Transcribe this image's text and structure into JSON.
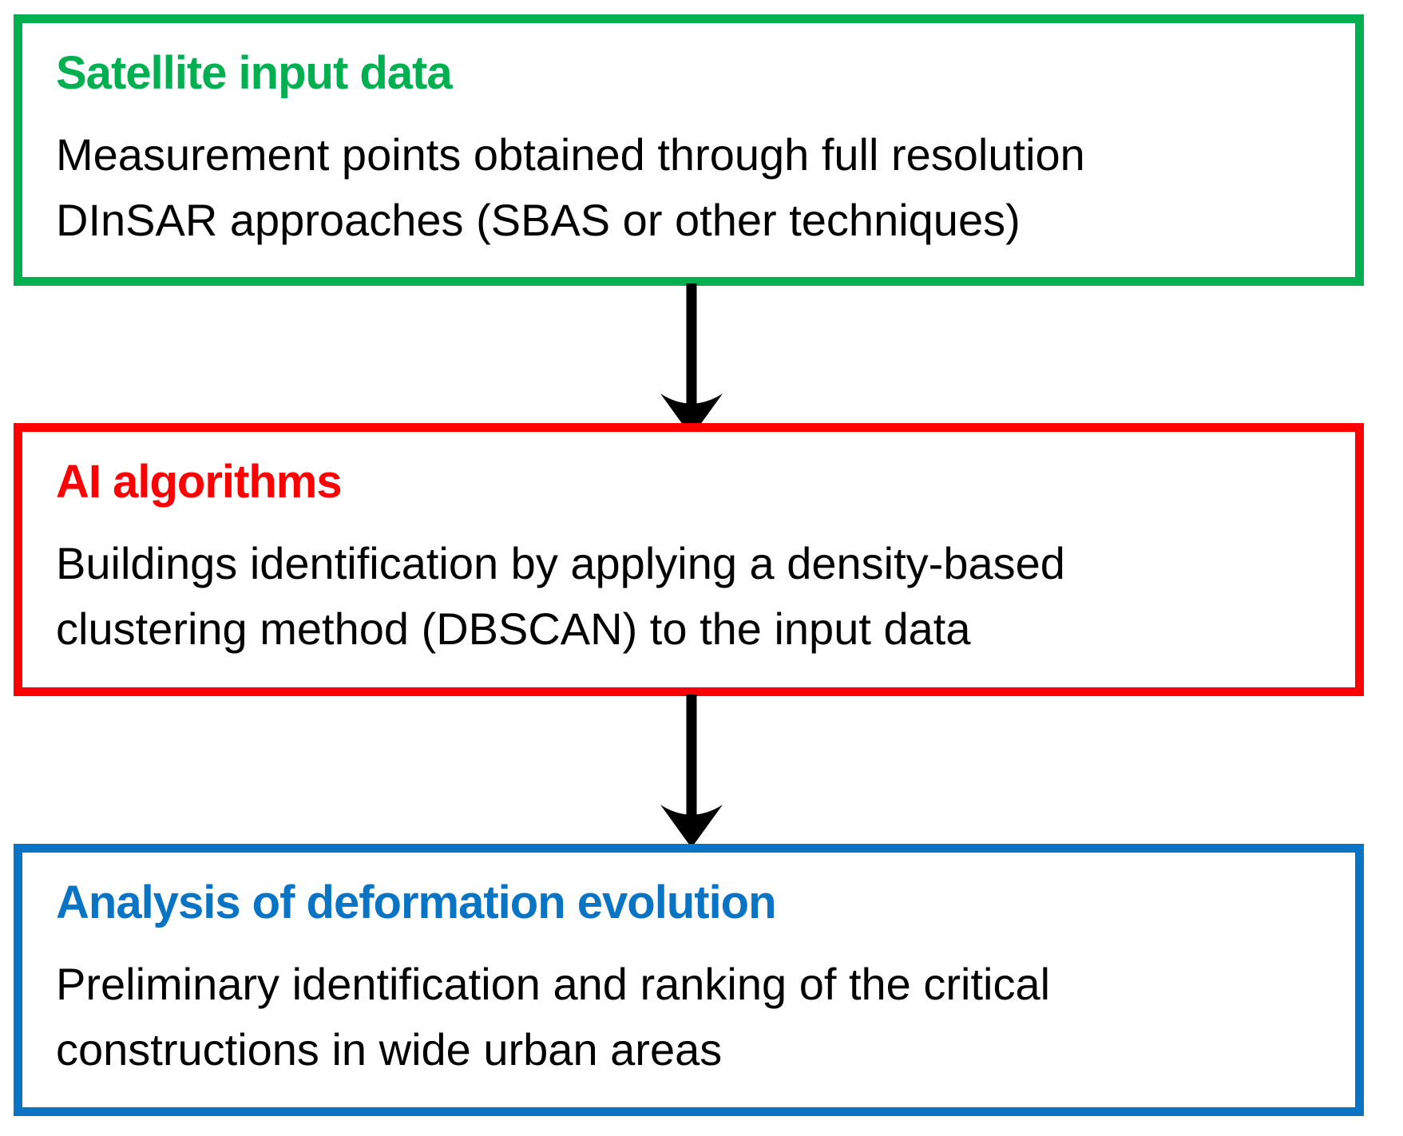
{
  "diagram": {
    "background_color": "#ffffff",
    "text_color": "#000000",
    "arrow_color": "#000000",
    "boxes": [
      {
        "id": "satellite-input-data",
        "title": "Satellite input data",
        "accent_color": "#00b050",
        "body": "Measurement points obtained through full resolution DInSAR approaches (SBAS or other techniques)",
        "body_lines": [
          "Measurement points obtained through full resolution",
          "DInSAR approaches (SBAS or other techniques)"
        ]
      },
      {
        "id": "ai-algorithms",
        "title": "AI algorithms",
        "accent_color": "#fe0000",
        "body": "Buildings identification by applying a density-based clustering method (DBSCAN) to the input data",
        "body_lines": [
          "Buildings identification by applying a density-based",
          "clustering method (DBSCAN) to the input data"
        ]
      },
      {
        "id": "analysis-of-deformation-evolution",
        "title": "Analysis of deformation evolution",
        "accent_color": "#0a74c4",
        "body": "Preliminary identification and ranking of the critical constructions in wide urban areas",
        "body_lines": [
          "Preliminary identification and ranking of the critical",
          "constructions in wide urban areas"
        ]
      }
    ]
  }
}
